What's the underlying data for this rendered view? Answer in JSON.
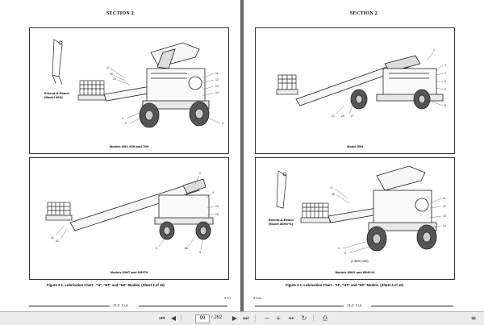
{
  "left_page": {
    "section": "SECTION 2",
    "top_panel": {
      "caption": "Models 60H, 66H and 70H",
      "inset_label": [
        "Extend-A-Reach",
        "(Model 66H)"
      ]
    },
    "bottom_panel": {
      "caption": "Models 60HT and 60HTH"
    },
    "figure_caption": "Figure 2-1.  Lubrication Chart - \"H\", \"HT\" and \"HX\" Models. (Sheet 3 of 10)",
    "page_number": "2-11",
    "footer_logo": "JLG Lift"
  },
  "right_page": {
    "section": "SECTION 2",
    "top_panel": {
      "caption": "Model 80H"
    },
    "bottom_panel": {
      "caption": "Models 80HX and 80HX+6",
      "inset_label": [
        "Extend-A-Reach",
        "(Model 80HX+6)"
      ],
      "note": "(2 W/50 1000)"
    },
    "figure_caption": "Figure 2-1.  Lubrication Chart - \"H\", \"HT\" and \"HX\" Models. (Sheet 4 of 10)",
    "page_number": "2-11a",
    "footer_logo": "JLG Lift"
  },
  "toolbar": {
    "page_current": "99",
    "page_total": "/ 262",
    "icons": [
      "first-page-icon",
      "prev-page-icon",
      "next-page-icon",
      "last-page-icon",
      "zoom-out-icon",
      "zoom-in-icon",
      "fit-width-icon",
      "rotate-icon",
      "print-icon",
      "menu-icon"
    ]
  },
  "colors": {
    "viewer_bg": "#6f6f6f",
    "page_bg": "#ffffff",
    "toolbar_bg": "#ececec",
    "ink": "#222222"
  }
}
